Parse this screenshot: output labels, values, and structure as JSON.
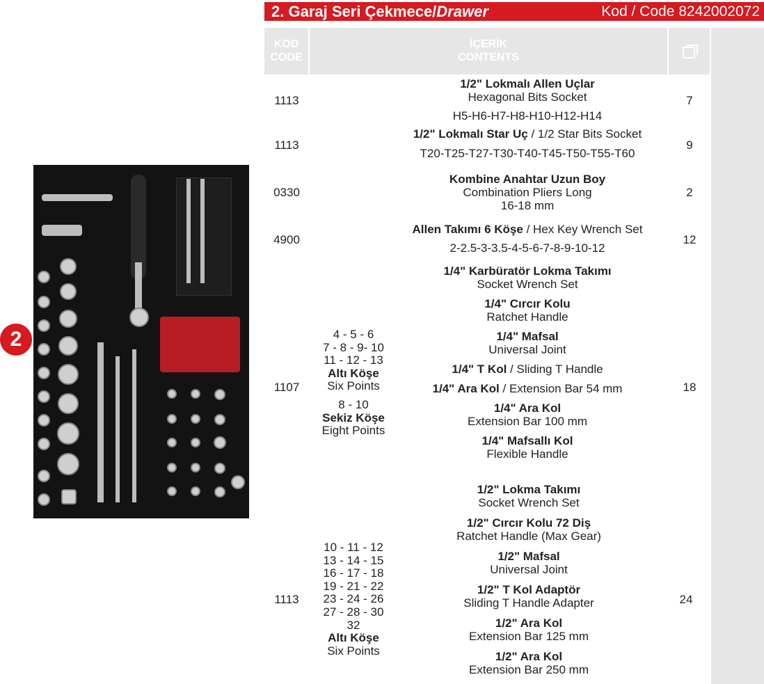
{
  "header": {
    "section_number": "2.",
    "title_tr": "Garaj Seri Çekmece/",
    "title_en": "Drawer",
    "code_label": "Kod / Code 8242002072"
  },
  "columns": {
    "code_tr": "KOD",
    "code_en": "CODE",
    "contents_tr": "İÇERİK",
    "contents_en": "CONTENTS",
    "qty_icon": "square-outline-icon"
  },
  "badge": "2",
  "rows": [
    {
      "code": "1113",
      "qty": "7",
      "title": "1/2\" Lokmalı Allen Uçlar",
      "subtitle": "Hexagonal Bits Socket",
      "spec": "H5-H6-H7-H8-H10-H12-H14"
    },
    {
      "code": "1113",
      "qty": "9",
      "title": "1/2\" Lokmalı Star Uç",
      "title_suffix": " / 1/2 Star Bits Socket",
      "spec": "T20-T25-T27-T30-T40-T45-T50-T55-T60"
    },
    {
      "code": "0330",
      "qty": "2",
      "title": "Kombine Anahtar Uzun Boy",
      "subtitle": "Combination Pliers Long",
      "spec": "16-18 mm"
    },
    {
      "code": "4900",
      "qty": "12",
      "title": "Allen Takımı 6 Köşe",
      "title_suffix": " / Hex Key Wrench Set",
      "spec": "2-2.5-3-3.5-4-5-6-7-8-9-10-12"
    },
    {
      "code": "1107",
      "qty": "18",
      "sizes": {
        "six_values": [
          "4 - 5 - 6",
          "7 - 8 - 9- 10",
          "11 - 12 - 13"
        ],
        "six_tr": "Altı Köşe",
        "six_en": "Six Points",
        "eight_values": [
          "8 - 10"
        ],
        "eight_tr": "Sekiz Köşe",
        "eight_en": "Eight Points"
      },
      "items": [
        {
          "tr": "1/4\" Karbüratör Lokma Takımı",
          "en": "Socket Wrench Set"
        },
        {
          "tr": "1/4\" Cırcır Kolu",
          "en": "Ratchet Handle"
        },
        {
          "tr": "1/4\" Mafsal",
          "en": "Universal Joint"
        },
        {
          "tr": "1/4\" T Kol",
          "inline_en": " / Sliding T Handle"
        },
        {
          "tr": "1/4\" Ara Kol",
          "inline_en": " / Extension Bar 54 mm"
        },
        {
          "tr": "1/4\" Ara Kol",
          "en": "Extension Bar 100 mm"
        },
        {
          "tr": "1/4\" Mafsallı Kol",
          "en": "Flexible Handle"
        }
      ]
    },
    {
      "code": "1113",
      "qty": "24",
      "sizes": {
        "six_values": [
          "10 - 11 - 12",
          "13 - 14 - 15",
          "16 - 17 - 18",
          "19 - 21 - 22",
          "23 - 24 - 26",
          "27 - 28 - 30",
          "32"
        ],
        "six_tr": "Altı Köşe",
        "six_en": "Six Points"
      },
      "items": [
        {
          "tr": "1/2\" Lokma Takımı",
          "en": "Socket Wrench Set"
        },
        {
          "tr": "1/2\" Cırcır Kolu 72 Diş",
          "en": "Ratchet Handle (Max Gear)"
        },
        {
          "tr": "1/2\" Mafsal",
          "en": "Universal Joint"
        },
        {
          "tr": "1/2\" T Kol Adaptör",
          "en": "Sliding T Handle Adapter"
        },
        {
          "tr": "1/2\" Ara Kol",
          "en": "Extension Bar 125 mm"
        },
        {
          "tr": "1/2\" Ara Kol",
          "en": "Extension Bar 250 mm"
        }
      ]
    }
  ]
}
